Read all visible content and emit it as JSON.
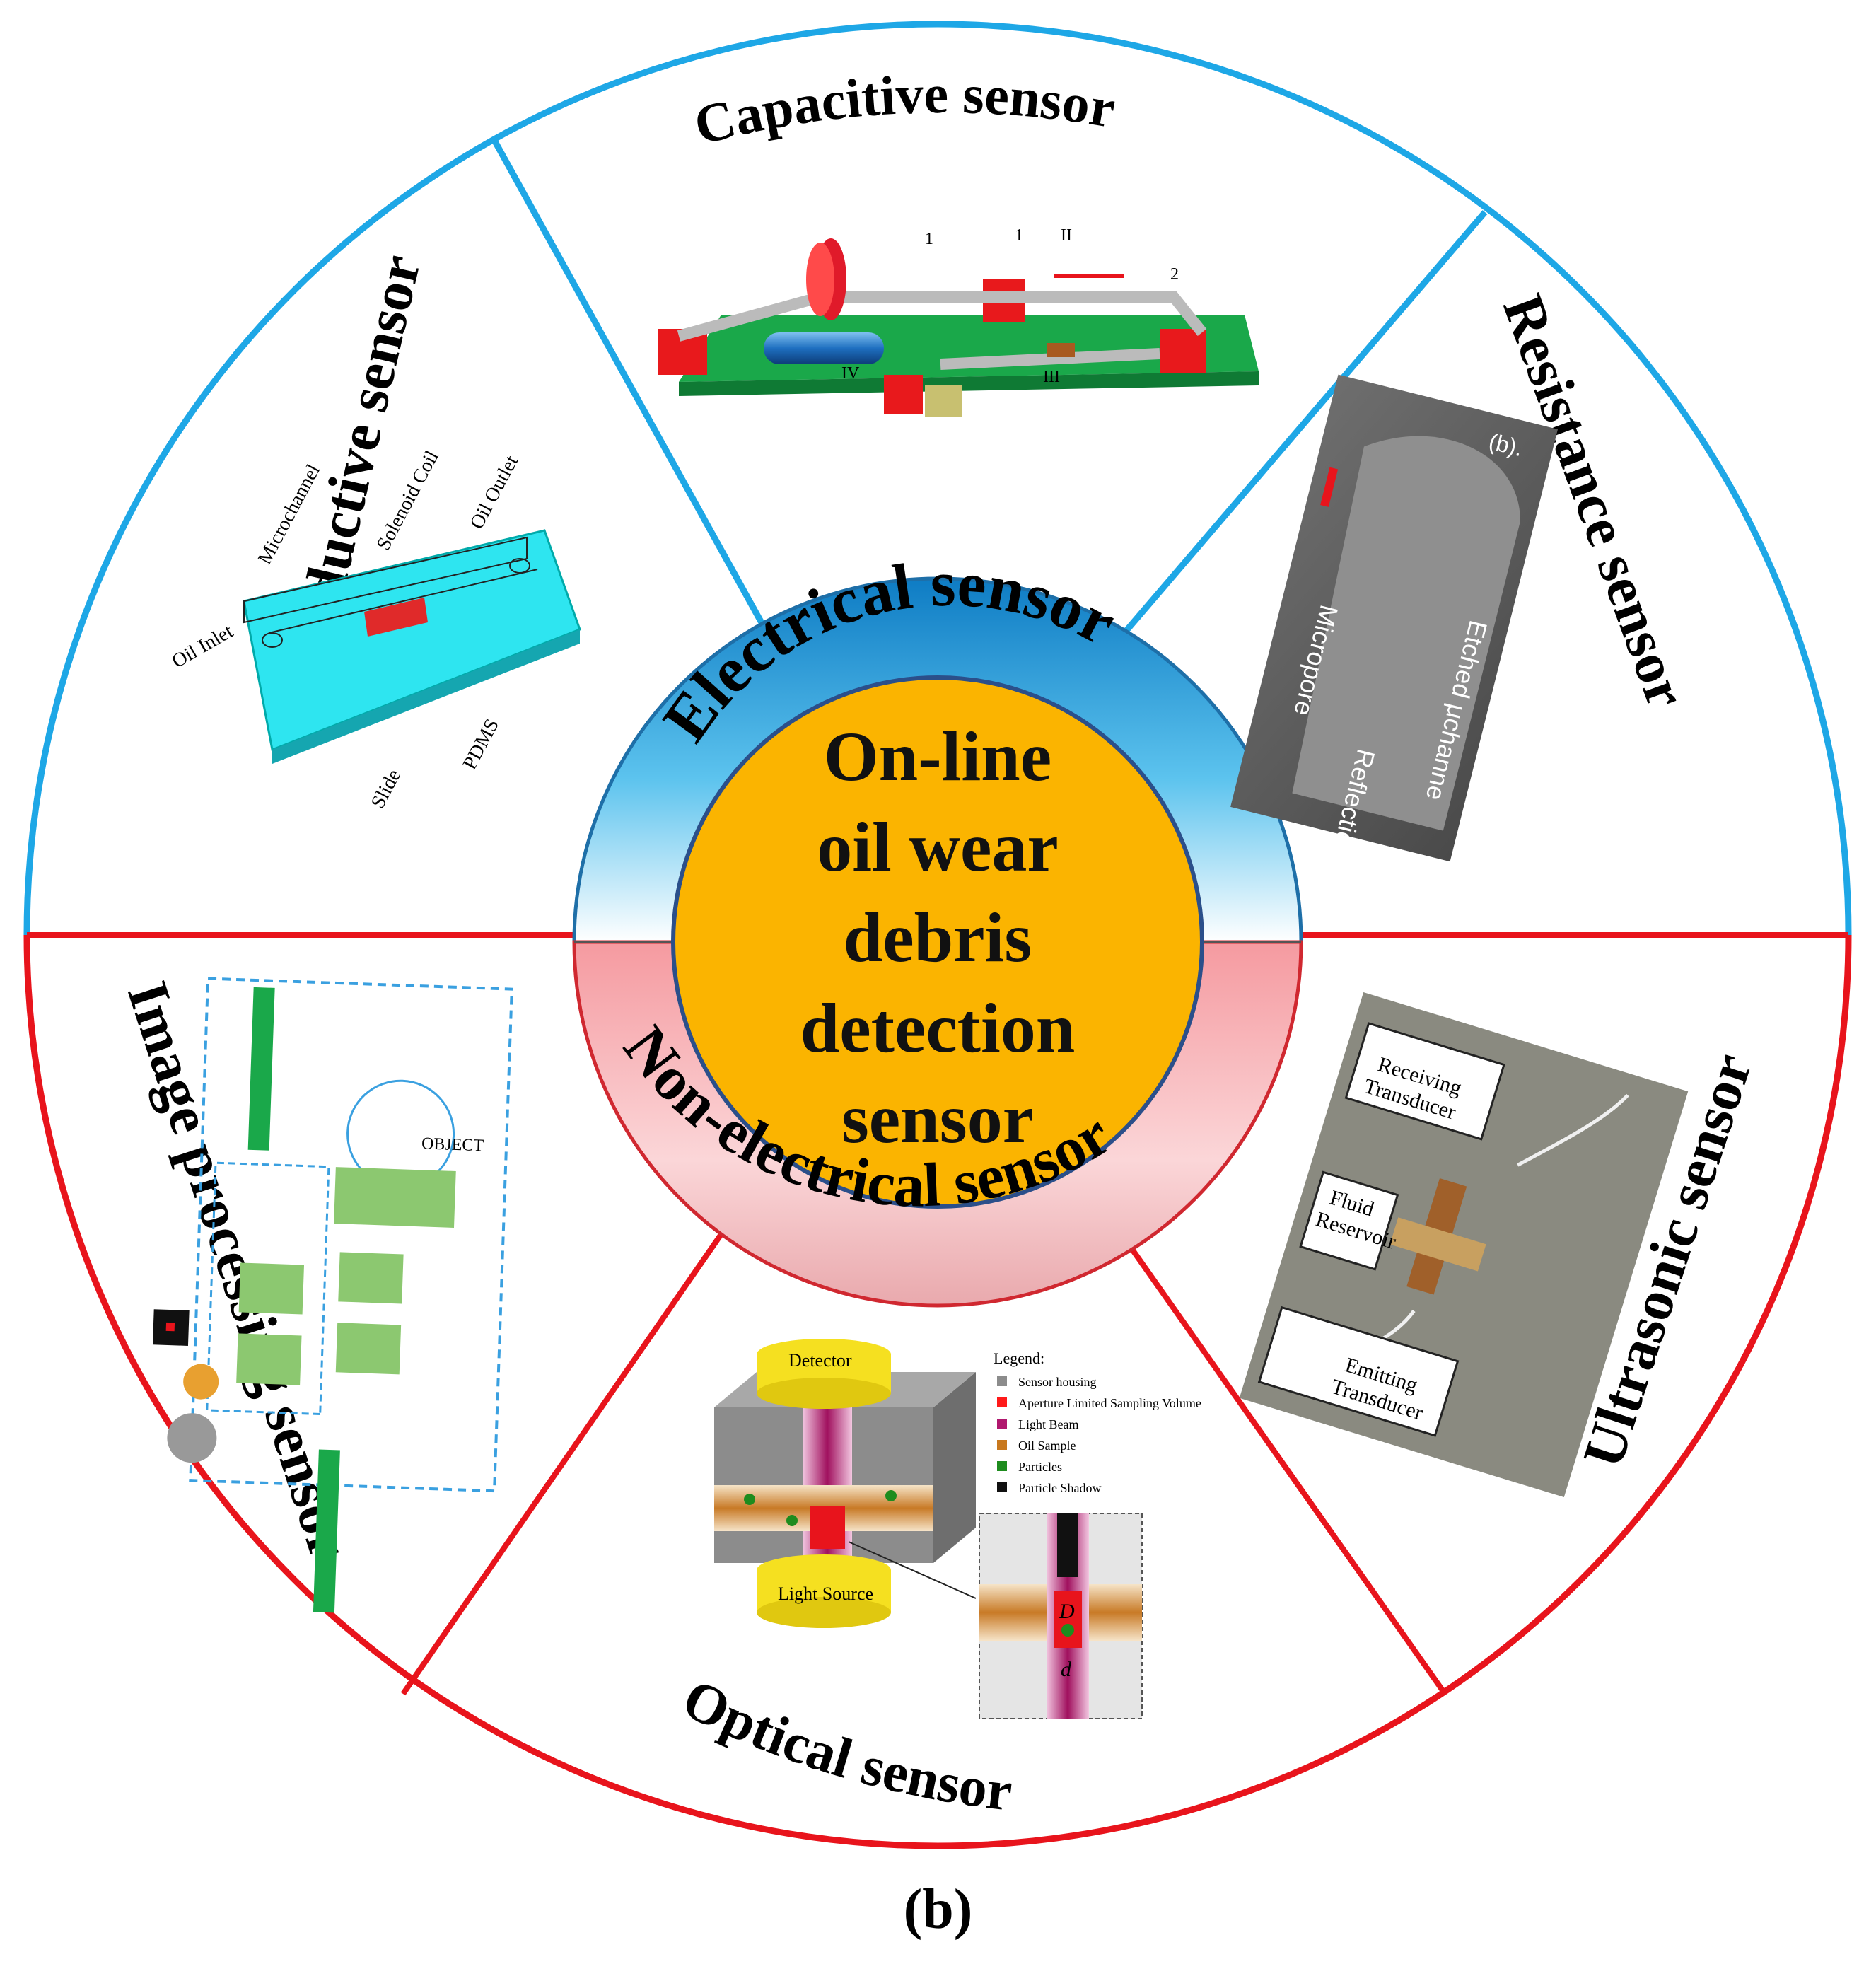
{
  "center": {
    "title_lines": [
      "On-line",
      "oil wear",
      "debris",
      "detection",
      "sensor"
    ],
    "upper_ring_label": "Electrical sensor",
    "lower_ring_label": "Non-electrical sensor"
  },
  "segments": {
    "capacitive": "Capacitive sensor",
    "resistance": "Resistance sensor",
    "inductive": "Inductive sensor",
    "image_processing": "Image processing sensor",
    "optical": "Optical sensor",
    "ultrasonic": "Ultrasonic sensor"
  },
  "inductive_labels": {
    "microchannel": "Microchannel",
    "solenoid": "Solenoid Coil",
    "outlet": "Oil Outlet",
    "inlet": "Oil Inlet",
    "slide": "Slide",
    "pdms": "PDMS"
  },
  "capacitive_labels": {
    "n1a": "1",
    "n1b": "1",
    "n2": "2",
    "II": "II",
    "III": "III",
    "IV": "IV"
  },
  "resistance_labels": {
    "panel": "(b).",
    "micropore": "Micropore",
    "etched": "Etched μchanne",
    "reflection": "Reflectio"
  },
  "ultrasonic_labels": {
    "receiving": [
      "Receiving",
      "Transducer"
    ],
    "fluid": [
      "Fluid",
      "Reservoir"
    ],
    "emitting": [
      "Emitting",
      "Transducer"
    ]
  },
  "optical_labels": {
    "detector": "Detector",
    "light_source": "Light Source",
    "legend_title": "Legend:",
    "legend": [
      {
        "label": "Sensor housing",
        "color": "#8c8c8c"
      },
      {
        "label": "Aperture Limited Sampling Volume",
        "color": "#ff1a1a"
      },
      {
        "label": "Light Beam",
        "color": "#b0186e"
      },
      {
        "label": "Oil Sample",
        "color": "#c8781e"
      },
      {
        "label": "Particles",
        "color": "#1e8c1e"
      },
      {
        "label": "Particle Shadow",
        "color": "#111111"
      }
    ],
    "D": "D",
    "d": "d"
  },
  "image_labels": {
    "object": "OBJECT"
  },
  "caption": "(b)",
  "colors": {
    "electrical": "#1ea7e6",
    "non_electrical": "#e8141c",
    "center": "#fbb400"
  }
}
